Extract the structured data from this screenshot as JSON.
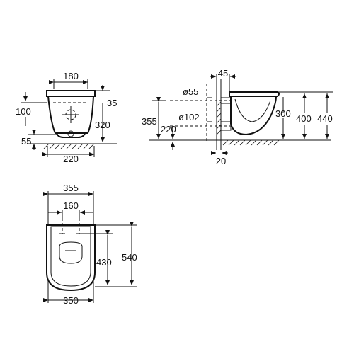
{
  "front_view": {
    "width_top": "180",
    "offset_top": "35",
    "left_height": "100",
    "right_height": "320",
    "bottom_offset": "55",
    "base_width": "220"
  },
  "side_view": {
    "wall_offset": "45",
    "inlet_diameter": "ø55",
    "outlet_diameter": "ø102",
    "height_a": "355",
    "height_b": "220",
    "height_c": "300",
    "height_d": "400",
    "height_e": "440",
    "bottom_gap": "20"
  },
  "top_view": {
    "overall_width": "355",
    "fixing_width": "160",
    "fixing_depth": "430",
    "overall_depth": "540",
    "bottom_width": "350"
  }
}
